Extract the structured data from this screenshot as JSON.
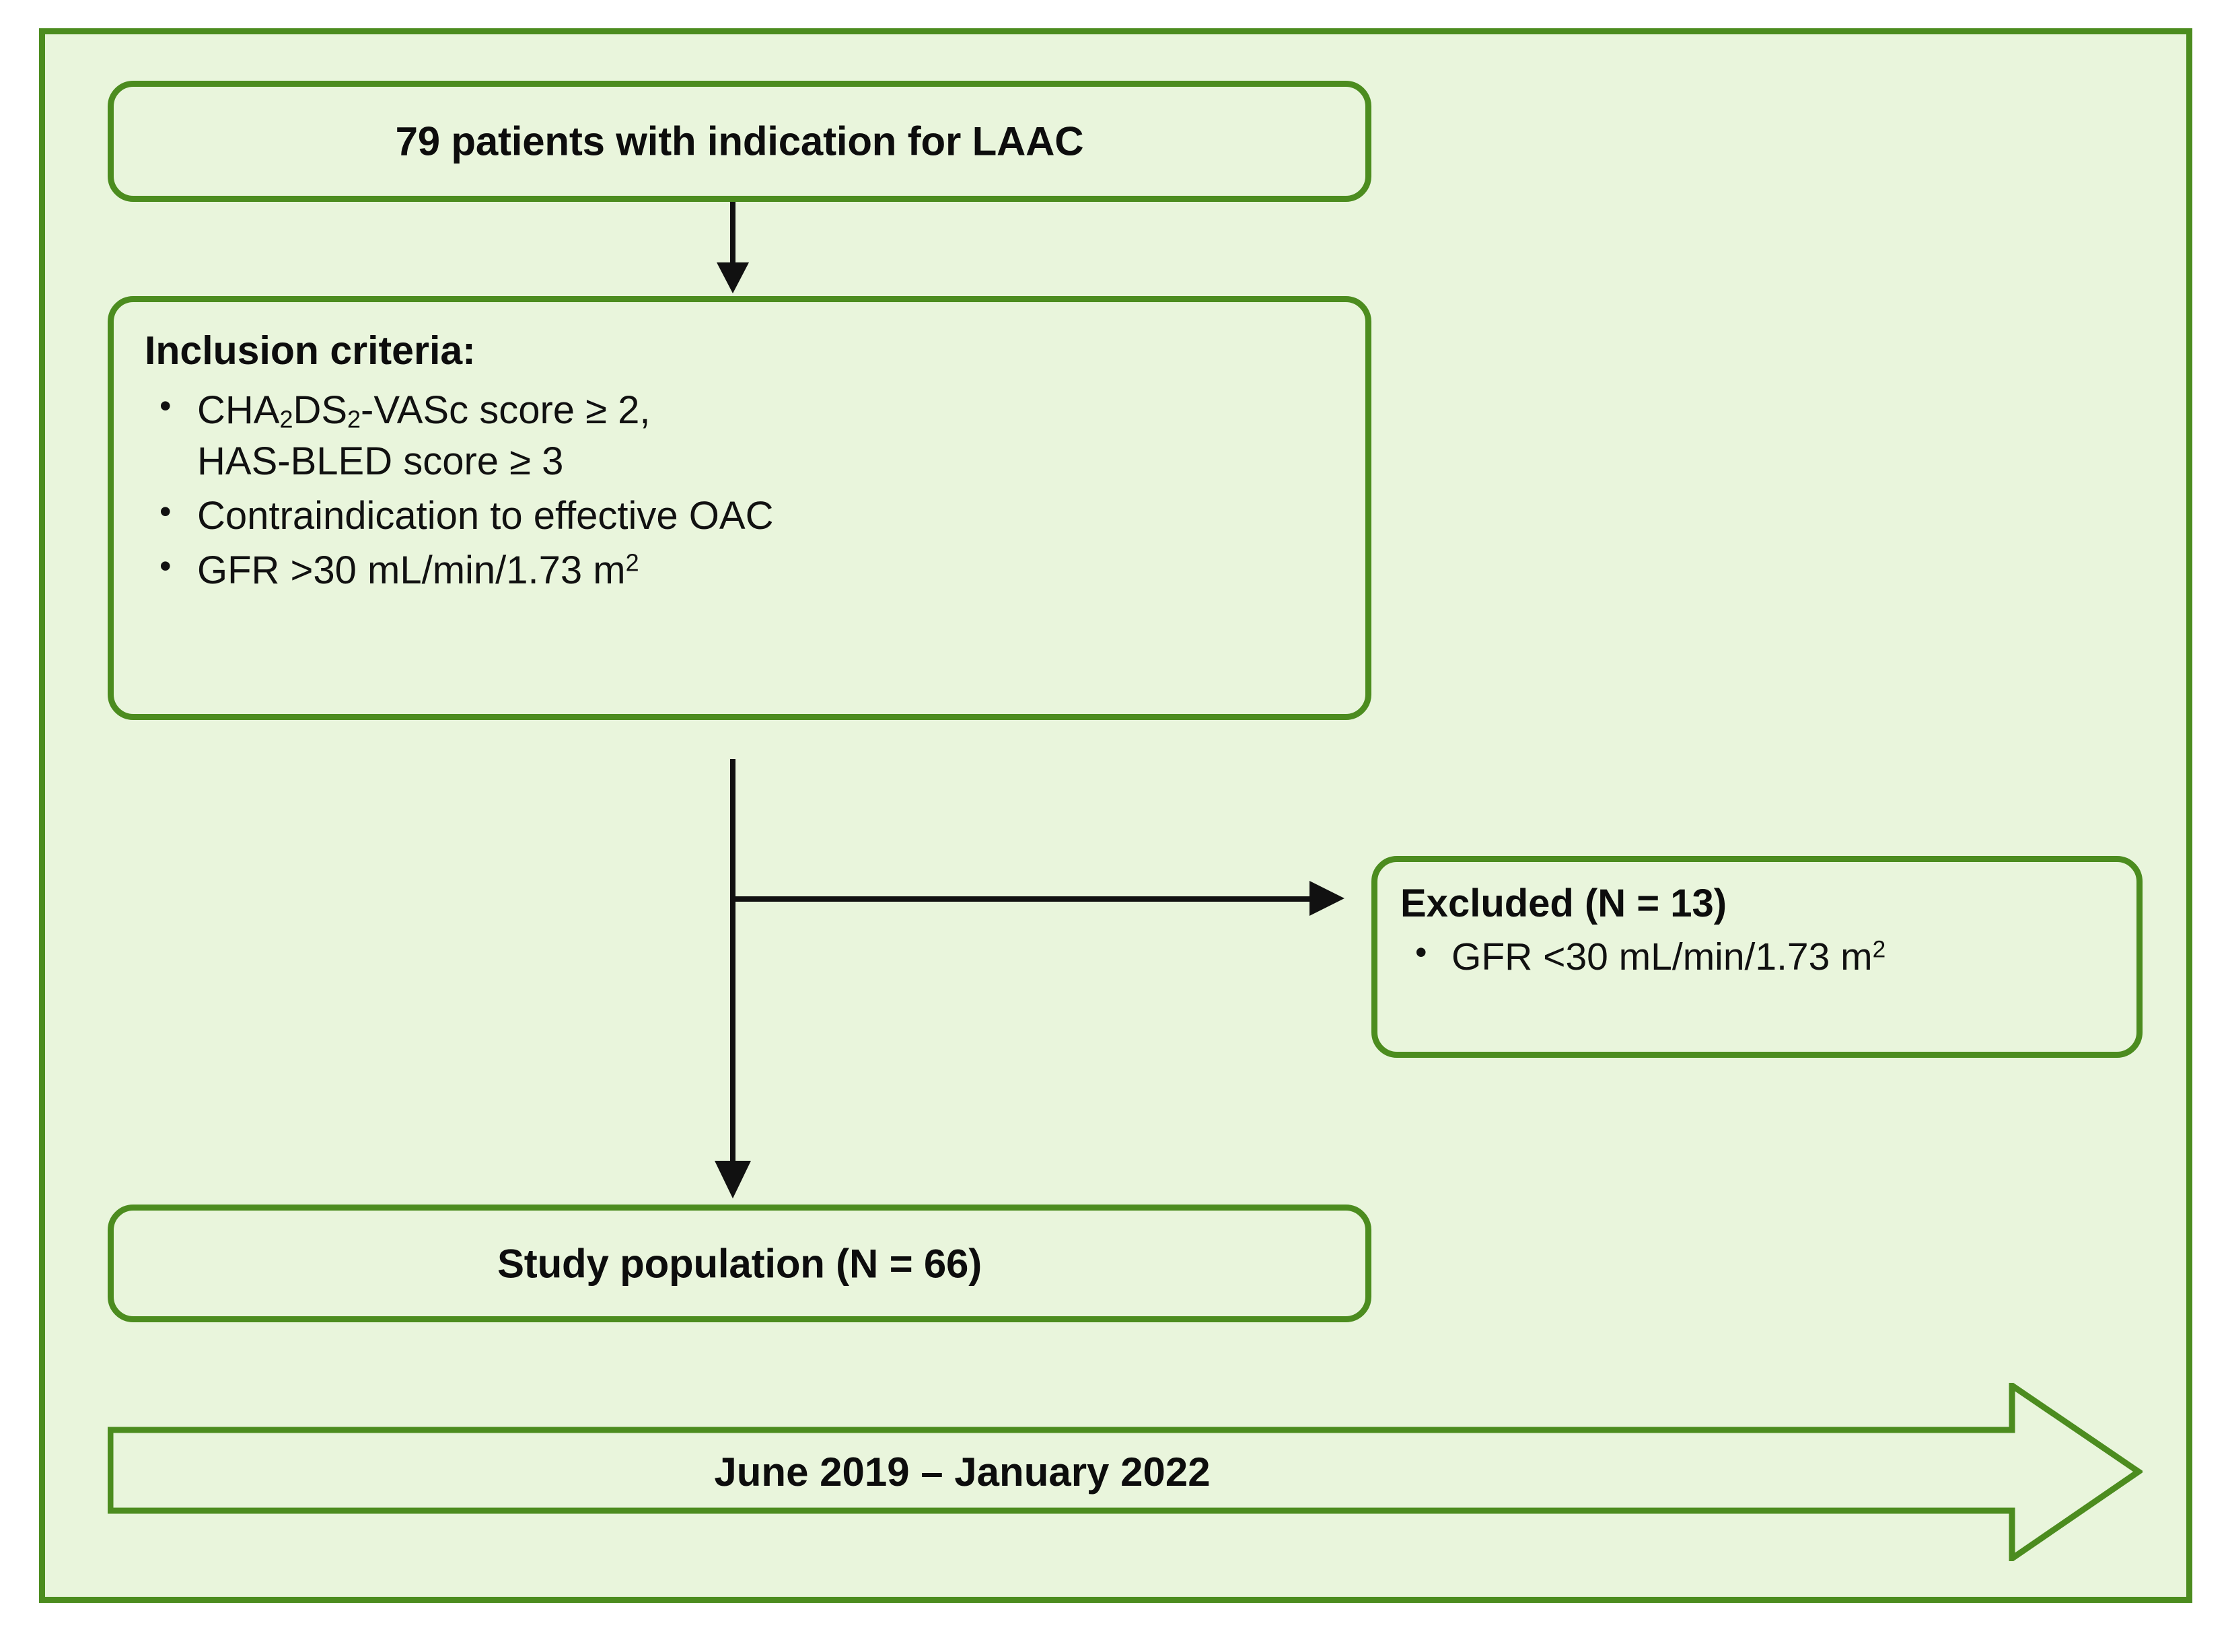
{
  "colors": {
    "panel_background": "#e9f5dc",
    "border_green": "#4c8c1f",
    "text_black": "#111111",
    "connector_black": "#111111"
  },
  "flowchart": {
    "type": "study-flow-diagram",
    "nodes": {
      "patients": {
        "label": "79 patients with indication for LAAC"
      },
      "inclusion": {
        "heading": "Inclusion criteria:",
        "items": [
          "CHA2DS2-VASc score ≥ 2,",
          "HAS-BLED score ≥ 3",
          "Contraindication to effective OAC",
          "GFR >30 mL/min/1.73 m2"
        ],
        "item1_part_a": "CHA",
        "item1_sub_a": "2",
        "item1_part_b": "DS",
        "item1_sub_b": "2",
        "item1_part_c": "-VASc score ≥ 2,",
        "item1_line2": "HAS-BLED score ≥ 3",
        "item2": "Contraindication to effective OAC",
        "item3_text": "GFR >30 mL/min/1.73 m",
        "item3_sup": "2"
      },
      "excluded": {
        "heading": "Excluded (N = 13)",
        "item_text": "GFR <30 mL/min/1.73 m",
        "item_sup": "2"
      },
      "study_population": {
        "label": "Study population (N = 66)"
      }
    },
    "timeline": {
      "label": "June 2019  –  January 2022",
      "start": "June 2019",
      "end": "January 2022"
    }
  }
}
